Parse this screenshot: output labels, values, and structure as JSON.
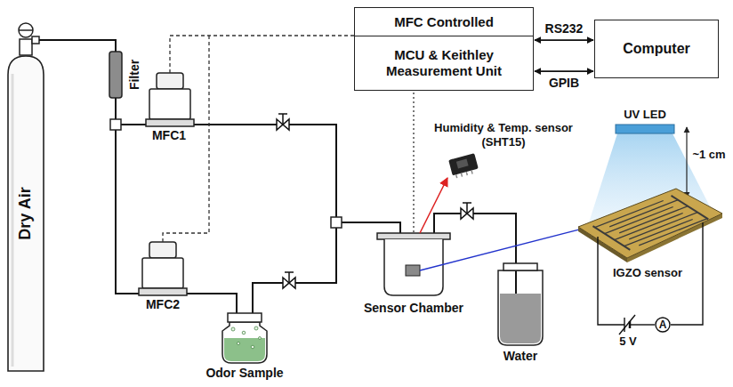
{
  "diagram": {
    "nodes": [
      {
        "text": [
          "Dry Air"
        ]
      },
      {
        "text": [
          "MFC Controlled"
        ]
      },
      {
        "text": [
          "MCU & Keithley Measurement Unit"
        ]
      },
      {
        "text": [
          "Computer"
        ]
      },
      {
        "text": [
          "A"
        ]
      }
    ],
    "edges": [
      {
        "from": 2,
        "to": 3,
        "arrow": "both",
        "label": "RS232"
      },
      {
        "from": 2,
        "to": 3,
        "arrow": "both",
        "label": "GPIB"
      }
    ],
    "labels": [
      "Filter",
      "MFC1",
      "MFC2",
      "Odor Sample",
      "Humidity & Temp. sensor (SHT15)",
      "Sensor Chamber",
      "Water",
      "UV LED",
      "~1 cm",
      "IGZO sensor",
      "5 V"
    ]
  }
}
